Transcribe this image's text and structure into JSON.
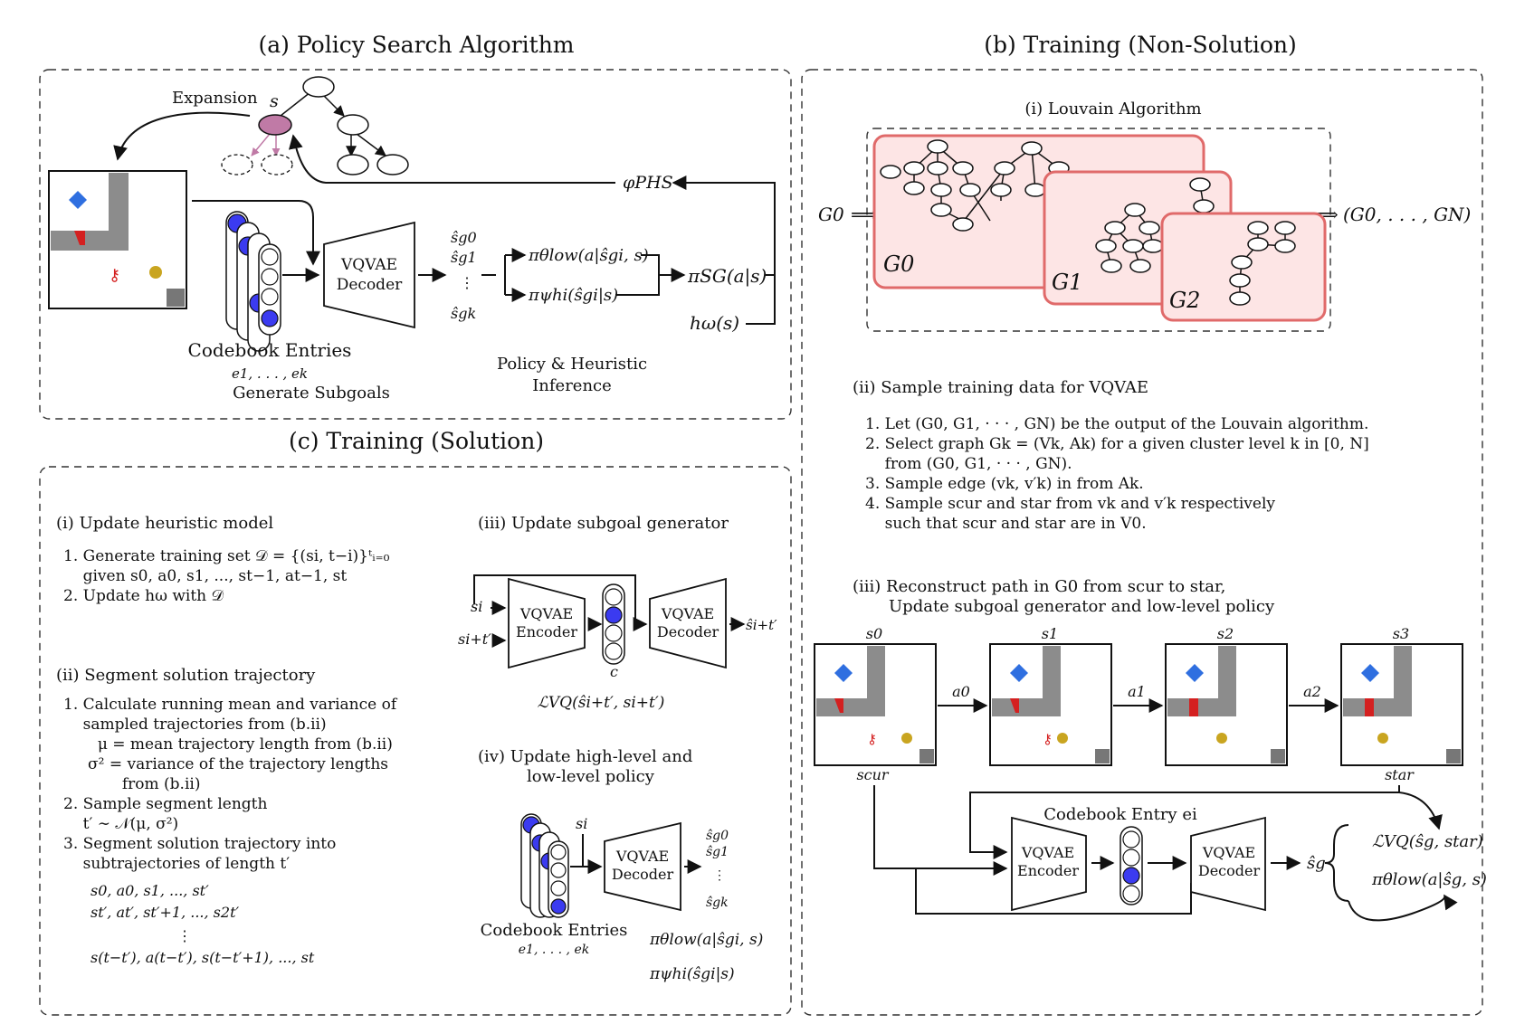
{
  "panel_a": {
    "title": "(a) Policy Search Algorithm",
    "expansion": "Expansion",
    "s": "s",
    "phi": "φPHS",
    "vqvae_decoder": [
      "VQVAE",
      "Decoder"
    ],
    "codebook": "Codebook Entries",
    "codebook_sub": "e1, . . . , ek",
    "generate": "Generate Subgoals",
    "subgoals": [
      "ŝg0",
      "ŝg1",
      "⋮",
      "ŝgk"
    ],
    "pi_low": "πθlow(a|ŝgi, s)",
    "pi_hi": "πψhi(ŝgi|s)",
    "pi_sg": "πSG(a|s)",
    "h": "hω(s)",
    "inference": [
      "Policy & Heuristic",
      "Inference"
    ]
  },
  "panel_b": {
    "title": "(b) Training (Non-Solution)",
    "louvain": "(i) Louvain Algorithm",
    "g0_in": "G0",
    "output": "(G0, . . . , GN)",
    "clusters": [
      "G0",
      "G1",
      "G2"
    ],
    "sample_title": "(ii) Sample training data for VQVAE",
    "sample_steps": [
      "1. Let (G0, G1, · · · , GN) be the output of the Louvain algorithm.",
      "2. Select graph Gk = (Vk, Ak) for a given cluster level k in [0, N]",
      "    from (G0, G1, · · · , GN).",
      "3. Sample edge (vk, v′k) in from Ak.",
      "4. Sample scur and star from vk and v′k respectively",
      "    such that scur and star are in V0."
    ],
    "recon_title": "(iii) Reconstruct path in G0 from scur to star,",
    "recon_sub": "Update subgoal generator and low-level policy",
    "states": [
      "s0",
      "s1",
      "s2",
      "s3"
    ],
    "actions": [
      "a0",
      "a1",
      "a2"
    ],
    "s_cur": "scur",
    "s_tar": "star",
    "codebook_entry": "Codebook Entry ei",
    "encoder": [
      "VQVAE",
      "Encoder"
    ],
    "decoder": [
      "VQVAE",
      "Decoder"
    ],
    "sg": "ŝg",
    "loss": "ℒVQ(ŝg, star)",
    "pi_low": "πθlow(a|ŝg, s)"
  },
  "panel_c": {
    "title": "(c) Training (Solution)",
    "i_title": "(i) Update heuristic model",
    "i_steps": [
      "1. Generate training set 𝒟 = {(si, t−i)}ᵗᵢ₌₀",
      "    given s0, a0, s1, ..., st−1, at−1, st",
      "2. Update hω with 𝒟"
    ],
    "ii_title": "(ii) Segment solution trajectory",
    "ii_steps": [
      "1. Calculate running mean and variance of",
      "    sampled trajectories from (b.ii)",
      "       μ = mean trajectory length from (b.ii)",
      "     σ² = variance of the trajectory lengths",
      "            from (b.ii)",
      "2. Sample segment length",
      "    t′ ∼ 𝒩(μ, σ²)",
      "3. Segment solution trajectory into",
      "    subtrajectories of length t′"
    ],
    "traj": [
      "s0, a0, s1, ..., st′",
      "st′, at′, st′+1, ..., s2t′",
      "⋮",
      "s(t−t′), a(t−t′), s(t−t′+1), ..., st"
    ],
    "iii_title": "(iii) Update subgoal generator",
    "si": "si",
    "si_t": "si+t′",
    "encoder": [
      "VQVAE",
      "Encoder"
    ],
    "decoder": [
      "VQVAE",
      "Decoder"
    ],
    "c": "c",
    "s_hat": "ŝi+t′",
    "loss": "ℒVQ(ŝi+t′, si+t′)",
    "iv_title": "(iv) Update high-level and",
    "iv_sub": "low-level policy",
    "iv_si": "si",
    "iv_decoder": [
      "VQVAE",
      "Decoder"
    ],
    "iv_subgoals": [
      "ŝg0",
      "ŝg1",
      "⋮",
      "ŝgk"
    ],
    "iv_codebook": "Codebook Entries",
    "iv_codebook_sub": "e1, . . . , ek",
    "iv_pi_low": "πθlow(a|ŝgi, s)",
    "iv_pi_hi": "πψhi(ŝgi|s)"
  },
  "colors": {
    "cluster_fill": "#fde5e5",
    "cluster_stroke": "#e06a6a",
    "node_highlight": "#c07aa6",
    "codebook_blue": "#3b3bf0",
    "gem": "#2f6fe0",
    "key": "#d42020"
  }
}
